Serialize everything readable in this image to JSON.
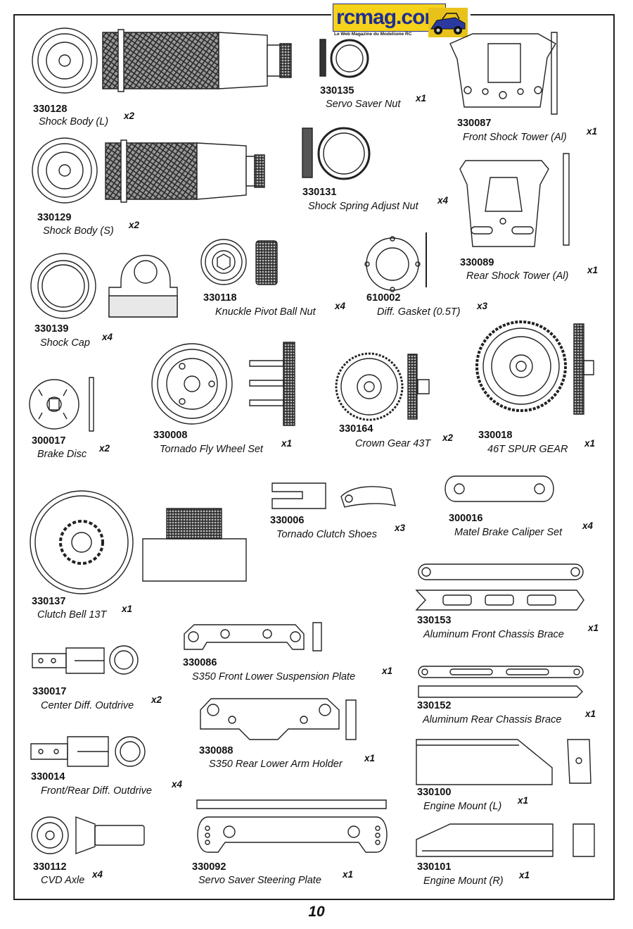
{
  "header": {
    "logo_text": "rcmag.com",
    "logo_tagline": "Le Web Magazine du Modelisme RC"
  },
  "page_number": "10",
  "parts": [
    {
      "number": "330128",
      "name": "Shock Body (L)",
      "qty": "x2"
    },
    {
      "number": "330135",
      "name": "Servo Saver Nut",
      "qty": "x1"
    },
    {
      "number": "330087",
      "name": "Front Shock Tower (Al)",
      "qty": "x1"
    },
    {
      "number": "330129",
      "name": "Shock Body (S)",
      "qty": "x2"
    },
    {
      "number": "330131",
      "name": "Shock Spring Adjust Nut",
      "qty": "x4"
    },
    {
      "number": "330089",
      "name": "Rear Shock Tower (Al)",
      "qty": "x1"
    },
    {
      "number": "330139",
      "name": "Shock Cap",
      "qty": "x4"
    },
    {
      "number": "330118",
      "name": "Knuckle Pivot Ball Nut",
      "qty": "x4"
    },
    {
      "number": "610002",
      "name": "Diff. Gasket (0.5T)",
      "qty": "x3"
    },
    {
      "number": "300017",
      "name": "Brake Disc",
      "qty": "x2"
    },
    {
      "number": "330008",
      "name": "Tornado Fly Wheel Set",
      "qty": "x1"
    },
    {
      "number": "330164",
      "name": "Crown Gear 43T",
      "qty": "x2"
    },
    {
      "number": "330018",
      "name": "46T SPUR GEAR",
      "qty": "x1"
    },
    {
      "number": "330006",
      "name": "Tornado Clutch Shoes",
      "qty": "x3"
    },
    {
      "number": "300016",
      "name": "Matel Brake Caliper Set",
      "qty": "x4"
    },
    {
      "number": "330137",
      "name": "Clutch Bell 13T",
      "qty": "x1"
    },
    {
      "number": "330153",
      "name": "Aluminum Front Chassis Brace",
      "qty": "x1"
    },
    {
      "number": "330086",
      "name": "S350 Front Lower Suspension Plate",
      "qty": "x1"
    },
    {
      "number": "330017",
      "name": "Center Diff. Outdrive",
      "qty": "x2"
    },
    {
      "number": "330152",
      "name": "Aluminum Rear Chassis Brace",
      "qty": "x1"
    },
    {
      "number": "330088",
      "name": "S350 Rear Lower Arm Holder",
      "qty": "x1"
    },
    {
      "number": "330014",
      "name": "Front/Rear Diff. Outdrive",
      "qty": "x4"
    },
    {
      "number": "330100",
      "name": "Engine Mount (L)",
      "qty": "x1"
    },
    {
      "number": "330112",
      "name": "CVD Axle",
      "qty": "x4"
    },
    {
      "number": "330092",
      "name": "Servo Saver Steering Plate",
      "qty": "x1"
    },
    {
      "number": "330101",
      "name": "Engine Mount (R)",
      "qty": "x1"
    }
  ]
}
